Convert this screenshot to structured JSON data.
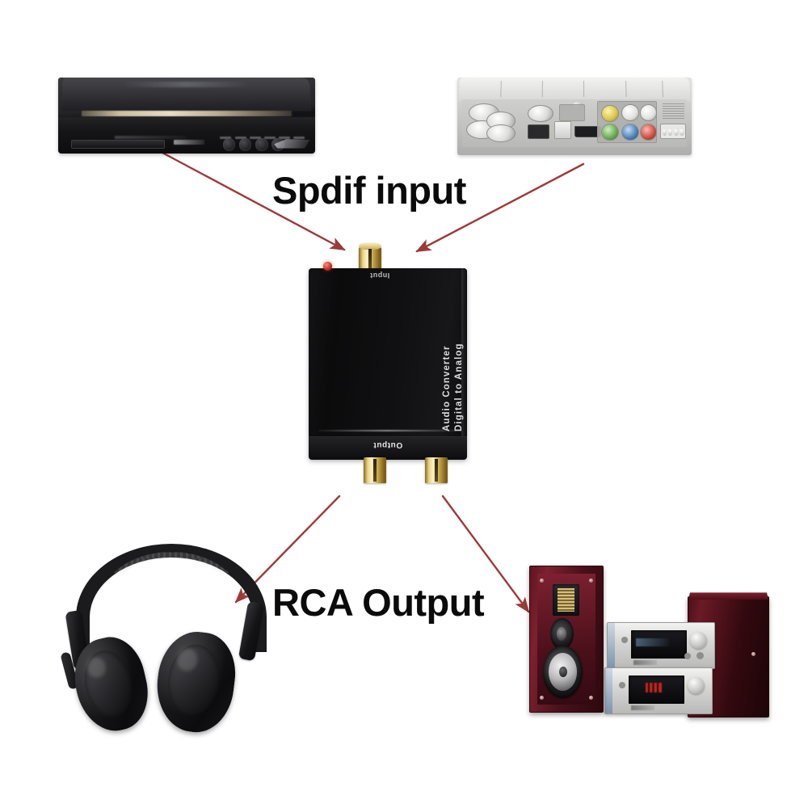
{
  "diagram": {
    "title": "Digital to Analog Audio Converter connection diagram",
    "background_color": "#ffffff",
    "arrow_color": "#9c3a3a",
    "label_color": "#0b0b0b"
  },
  "labels": {
    "spdif_input": "Spdif input",
    "rca_output": "RCA Output"
  },
  "converter": {
    "input_label": "Input",
    "output_label": "Output",
    "brand_line1": "Digital to Analog",
    "brand_line2": "Audio Converter",
    "body_color": "#111113",
    "jack_color": "#cdae53",
    "led_color": "#c52d22",
    "input_jacks": [
      "coaxial-rca-input"
    ],
    "output_jacks": [
      "rca-output-left",
      "rca-output-right"
    ]
  },
  "sources": {
    "dvd_player": {
      "name": "DVD Player",
      "position": "top-left",
      "color": "#1b1b1e"
    },
    "set_top_box": {
      "name": "Set-Top Box / AV Receiver rear panel",
      "position": "top-right",
      "color": "#cfcfcd",
      "ports": [
        "coax",
        "optical",
        "usb",
        "hdmi",
        "component-video",
        "composite-av",
        "speaker-terminals"
      ]
    }
  },
  "destinations": {
    "headphones": {
      "name": "Headphones",
      "position": "bottom-left",
      "color": "#15151a"
    },
    "hifi_system": {
      "name": "Hi-Fi Speaker System",
      "position": "bottom-right",
      "color": "#5e1520"
    }
  },
  "arrows": [
    {
      "name": "dvd-to-converter",
      "from": "dvd-player",
      "to": "converter-input"
    },
    {
      "name": "settop-to-converter",
      "from": "set-top-box",
      "to": "converter-input"
    },
    {
      "name": "converter-to-headphones",
      "from": "converter-output",
      "to": "headphones"
    },
    {
      "name": "converter-to-hifi",
      "from": "converter-output",
      "to": "hifi-system"
    }
  ]
}
